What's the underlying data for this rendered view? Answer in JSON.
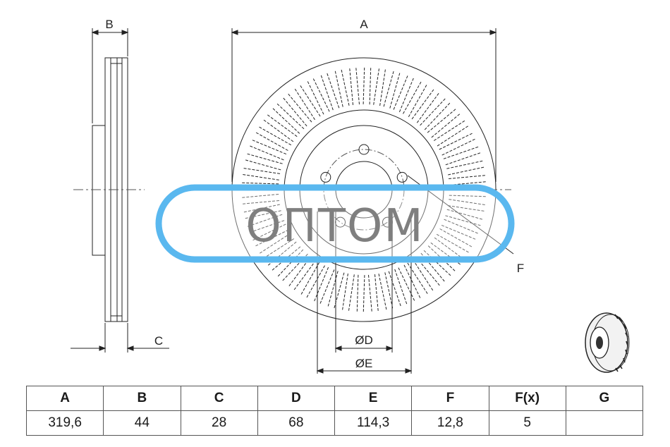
{
  "labels": {
    "A": "A",
    "B": "B",
    "C": "C",
    "D": "ØD",
    "E": "ØE",
    "F": "F"
  },
  "watermark": {
    "text": "ОПТОМ",
    "color": "#5ab8ef"
  },
  "table": {
    "headers": [
      "A",
      "B",
      "C",
      "D",
      "E",
      "F",
      "F(x)",
      "G"
    ],
    "values": [
      "319,6",
      "44",
      "28",
      "68",
      "114,3",
      "12,8",
      "5",
      ""
    ]
  }
}
